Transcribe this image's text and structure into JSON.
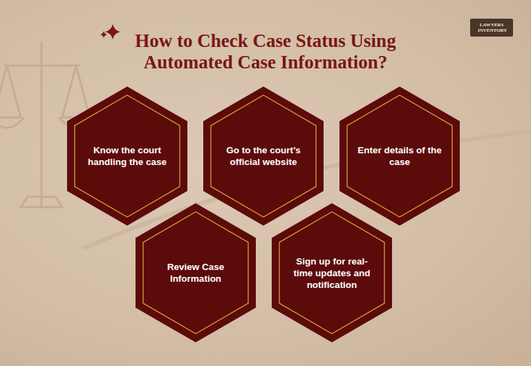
{
  "diagram": {
    "title": "How to Check Case Status Using Automated Case Information?",
    "nodes": [
      {
        "text": [
          "Know the court handling the case"
        ]
      },
      {
        "text": [
          "Go to the court’s official website"
        ]
      },
      {
        "text": [
          "Enter details of the case"
        ]
      },
      {
        "text": [
          "Review Case Information"
        ]
      },
      {
        "text": [
          "Sign up for real-time updates and notification"
        ]
      }
    ],
    "labels": [
      "LAWYERS INVENTORY"
    ]
  }
}
